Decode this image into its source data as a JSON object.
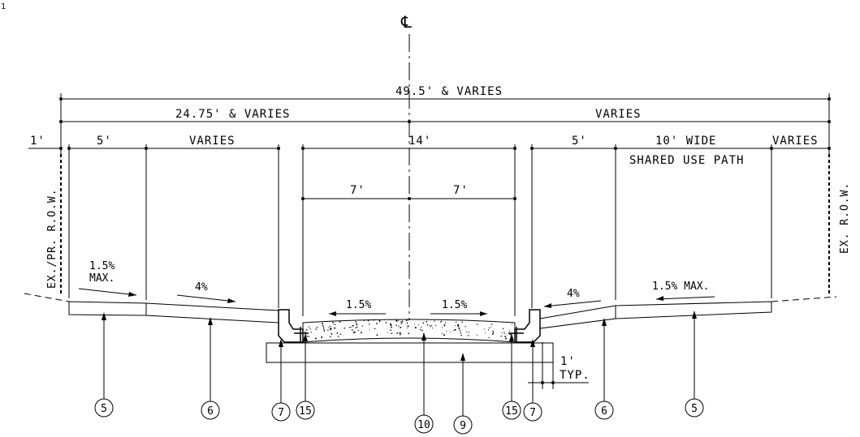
{
  "corner_mark": "1",
  "centerline_symbol": "℄",
  "dimensions": {
    "overall": "49.5' & VARIES",
    "left_half": "24.75' & VARIES",
    "right_half": "VARIES",
    "left_offset": "1'",
    "left_sidewalk": "5'",
    "left_buffer": "VARIES",
    "roadway": "14'",
    "right_sidewalk": "5'",
    "path_width": "10' WIDE",
    "path_name": "SHARED USE PATH",
    "right_offset": "VARIES",
    "lane_left": "7'",
    "lane_right": "7'",
    "typ_dim": "1'",
    "typ_label": "TYP."
  },
  "row_labels": {
    "left": "EX./PR. R.O.W.",
    "right": "EX. R.O.W."
  },
  "slopes": {
    "left_walk": "1.5%",
    "left_walk_max": "MAX.",
    "left_buffer": "4%",
    "road_left": "1.5%",
    "road_right": "1.5%",
    "right_buffer": "4%",
    "right_path": "1.5% MAX."
  },
  "callouts": [
    "5",
    "6",
    "7",
    "15",
    "10",
    "9",
    "15",
    "7",
    "6",
    "5"
  ]
}
